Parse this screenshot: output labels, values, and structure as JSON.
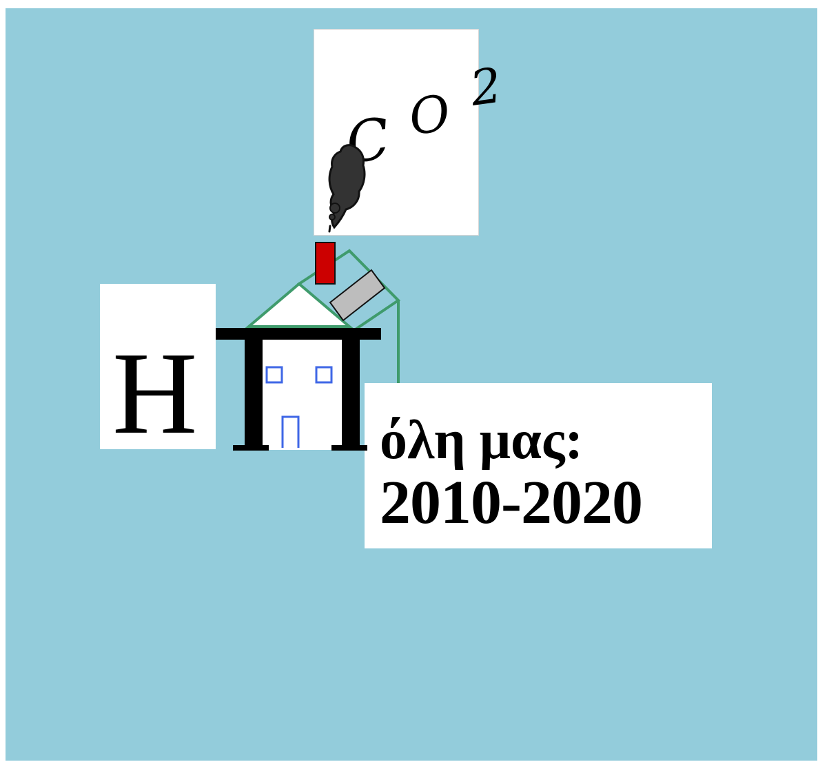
{
  "poster": {
    "co2": {
      "letter_c": "C",
      "letter_o": "O",
      "superscript": "2"
    },
    "title": {
      "initial": "Η",
      "rest": "όλη μας:",
      "years": "2010-2020"
    },
    "icons": {
      "house": "house-icon",
      "smoke": "smoke-cloud-icon",
      "chimney": "chimney-icon",
      "solar_panel": "solar-panel-icon"
    },
    "colors": {
      "background": "#93ccdb",
      "panel": "#ffffff",
      "outline": "#3f9b6c",
      "window": "#3f67e6",
      "chimney": "#cc0000",
      "solar_panel": "#bdbdbd",
      "smoke": "#333333",
      "text": "#000000"
    }
  }
}
